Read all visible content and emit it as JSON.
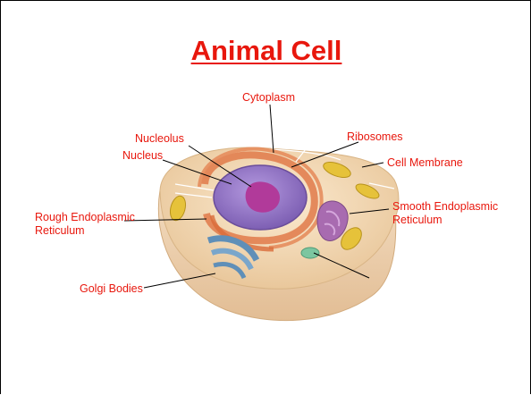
{
  "title": "Animal Cell",
  "labels": {
    "cytoplasm": "Cytoplasm",
    "nucleolus": "Nucleolus",
    "nucleus": "Nucleus",
    "ribosomes": "Ribosomes",
    "cell_membrane": "Cell Membrane",
    "rough_er_line1": "Rough Endoplasmic",
    "rough_er_line2": "Reticulum",
    "smooth_er_line1": "Smooth Endoplasmic",
    "smooth_er_line2": "Reticulum",
    "golgi": "Golgi Bodies"
  },
  "colors": {
    "label": "#e8170d",
    "membrane": "#f2d9b4",
    "nucleus": "#9d7cc8",
    "nucleolus": "#b13a9a",
    "rough_er": "#e07a4a",
    "golgi": "#5f8fb8",
    "mitochondria": "#e6c23a",
    "smooth_er": "#a86bb0"
  }
}
